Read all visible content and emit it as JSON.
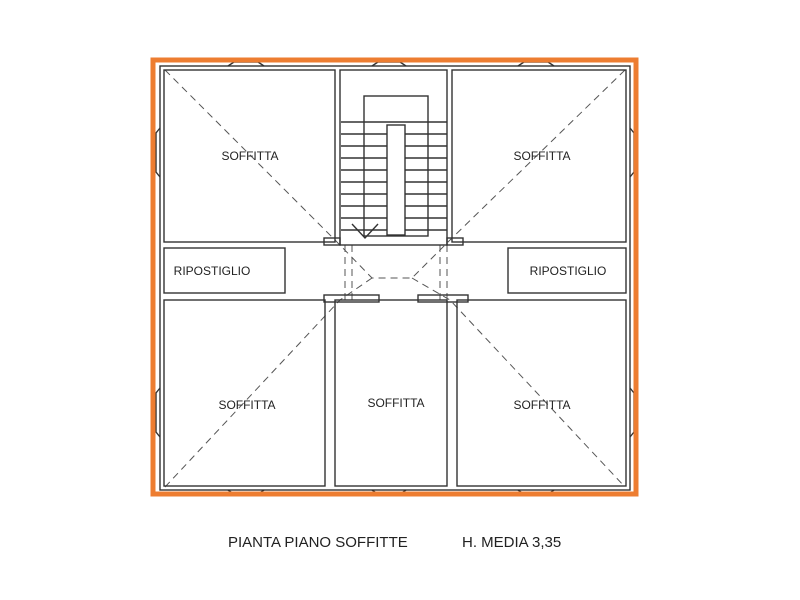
{
  "plan": {
    "border_color": "#ED7D31",
    "rooms": [
      {
        "label": "SOFFITTA"
      },
      {
        "label": "SOFFITTA"
      },
      {
        "label": "RIPOSTIGLIO"
      },
      {
        "label": "RIPOSTIGLIO"
      },
      {
        "label": "SOFFITTA"
      },
      {
        "label": "SOFFITTA"
      },
      {
        "label": "SOFFITTA"
      }
    ]
  },
  "caption": {
    "title": "PIANTA PIANO SOFFITTE",
    "height": "H. MEDIA 3,35"
  }
}
